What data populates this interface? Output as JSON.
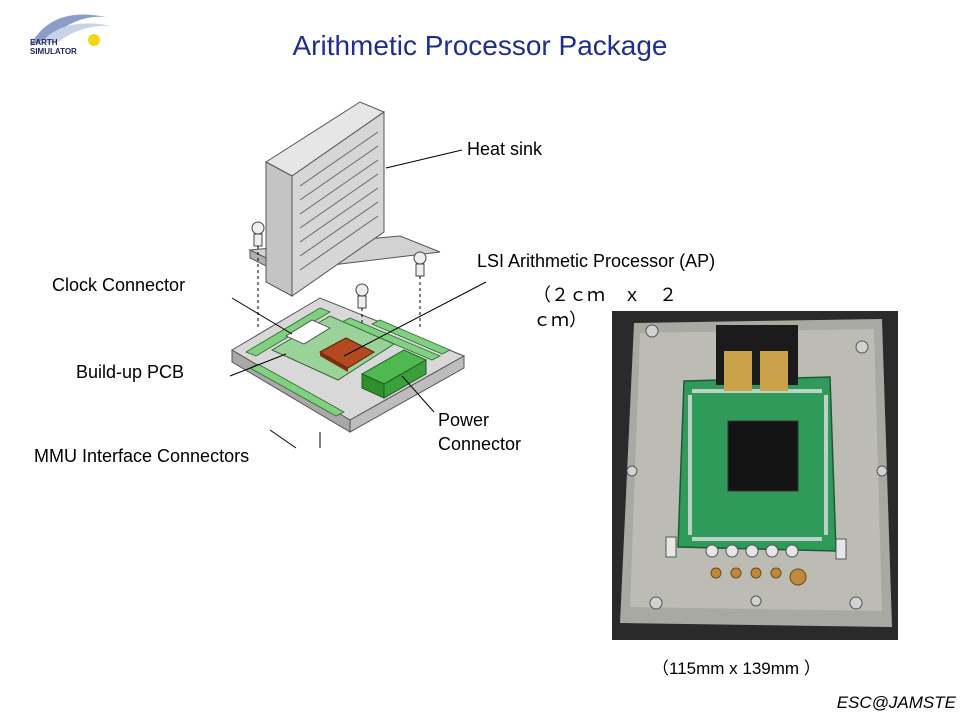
{
  "logo": {
    "line1": "EARTH",
    "line2": "SIMULATOR"
  },
  "title": "Arithmetic Processor Package",
  "labels": {
    "heat_sink": "Heat sink",
    "lsi_ap": "LSI Arithmetic Processor (AP)",
    "ap_size_1": "（２ｃｍ　ｘ　２",
    "ap_size_2": "ｃｍ）",
    "clock_connector": "Clock Connector",
    "buildup_pcb": "Build-up PCB",
    "power_connector_1": "Power",
    "power_connector_2": "Connector",
    "mmu_connectors": "MMU Interface Connectors"
  },
  "photo_caption": "（115mm x 139mm ）",
  "footer": "ESC@JAMSTE"
}
